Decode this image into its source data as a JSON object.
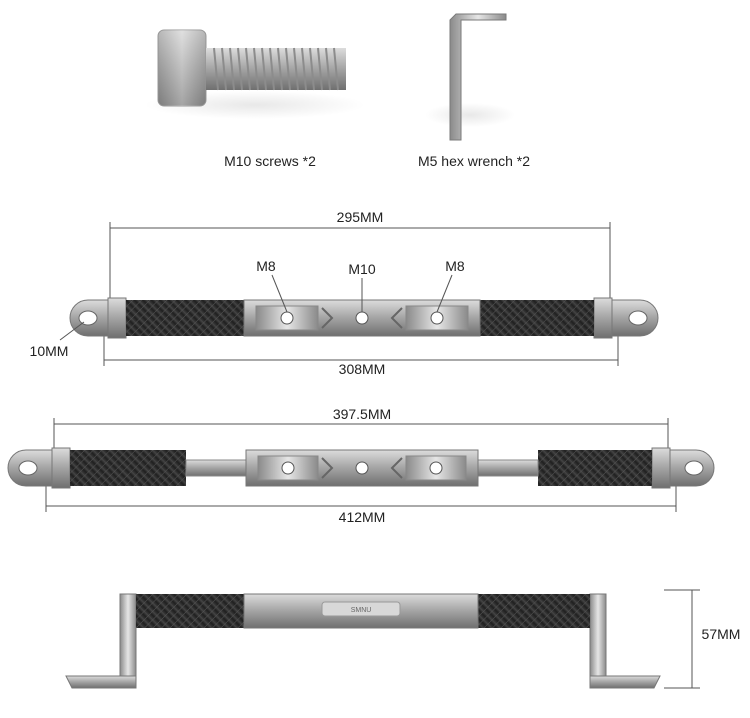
{
  "accessories": {
    "screws_label": "M10 screws *2",
    "wrench_label": "M5 hex wrench *2"
  },
  "bar_short": {
    "inner_length": "295MM",
    "outer_length": "308MM",
    "hole_left": "M8",
    "hole_center": "M10",
    "hole_right": "M8",
    "mount_hole": "10MM"
  },
  "bar_long": {
    "inner_length": "397.5MM",
    "outer_length": "412MM"
  },
  "bar_side": {
    "height": "57MM",
    "brand": "SMNU"
  }
}
